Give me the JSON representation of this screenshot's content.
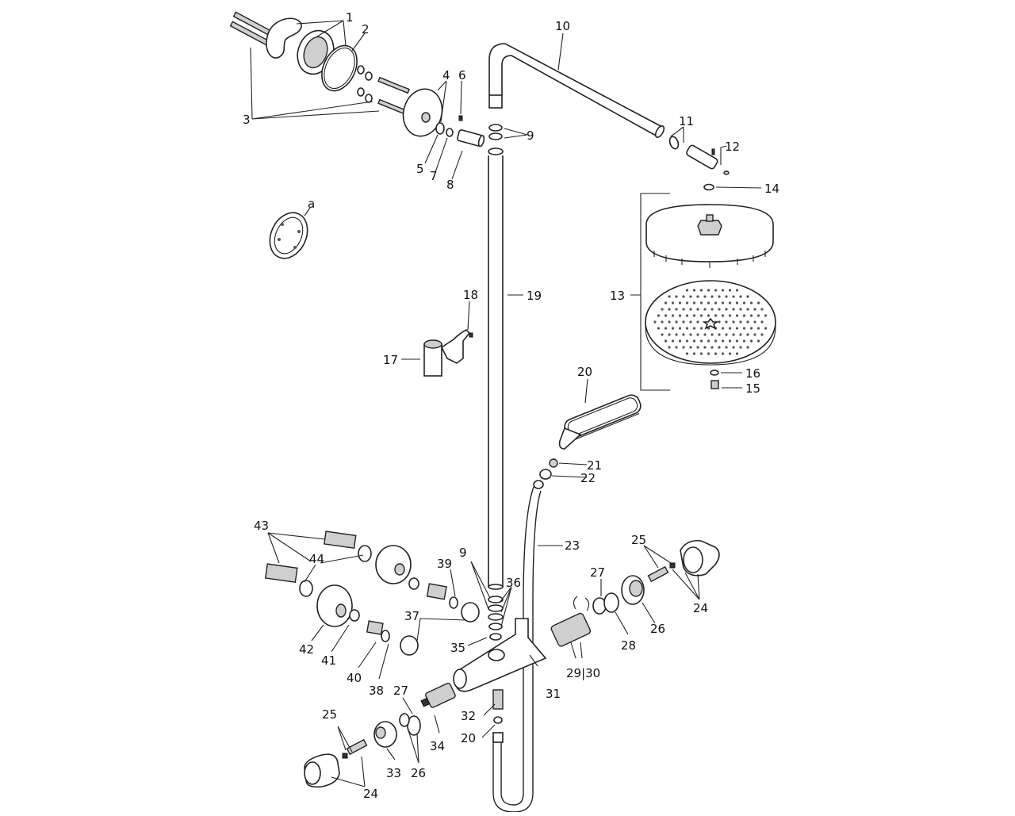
{
  "diagram": {
    "labels": {
      "l1": "1",
      "l2": "2",
      "l3": "3",
      "l4": "4",
      "l5": "5",
      "l6": "6",
      "l7": "7",
      "l8": "8",
      "l9": "9",
      "l9b": "9",
      "l10": "10",
      "l11": "11",
      "l12": "12",
      "l13": "13",
      "l14": "14",
      "l15": "15",
      "l16": "16",
      "l17": "17",
      "l18": "18",
      "l19": "19",
      "l20": "20",
      "l20b": "20",
      "l21": "21",
      "l22": "22",
      "l23": "23",
      "l24": "24",
      "l24b": "24",
      "l25": "25",
      "l25b": "25",
      "l26": "26",
      "l26b": "26",
      "l27": "27",
      "l27b": "27",
      "l28": "28",
      "l2930": "29|30",
      "l31": "31",
      "l32": "32",
      "l33": "33",
      "l34": "34",
      "l35": "35",
      "l36": "36",
      "l37": "37",
      "l38": "38",
      "l39": "39",
      "l40": "40",
      "l41": "41",
      "l42": "42",
      "l43": "43",
      "l44": "44",
      "la": "a"
    }
  }
}
